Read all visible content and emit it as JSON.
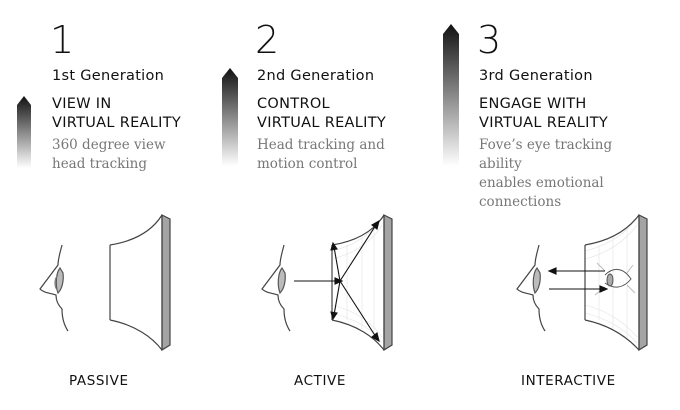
{
  "generations": [
    {
      "number": "1",
      "title": "1st Generation",
      "heading": "VIEW IN\nVIRTUAL REALITY",
      "description": "360 degree view\nhead tracking",
      "stage": "PASSIVE"
    },
    {
      "number": "2",
      "title": "2nd Generation",
      "heading": "CONTROL\nVIRTUAL REALITY",
      "description": "Head tracking and\nmotion control",
      "stage": "ACTIVE"
    },
    {
      "number": "3",
      "title": "3rd Generation",
      "heading": "ENGAGE WITH\nVIRTUAL REALITY",
      "description": "Fove’s eye tracking ability\nenables emotional\nconnections",
      "stage": "INTERACTIVE"
    }
  ],
  "colors": {
    "text": "#111111",
    "muted": "#777777",
    "arrow_top": "#111111",
    "arrow_bottom": "#ffffff",
    "lens": "#9a9a9a"
  }
}
